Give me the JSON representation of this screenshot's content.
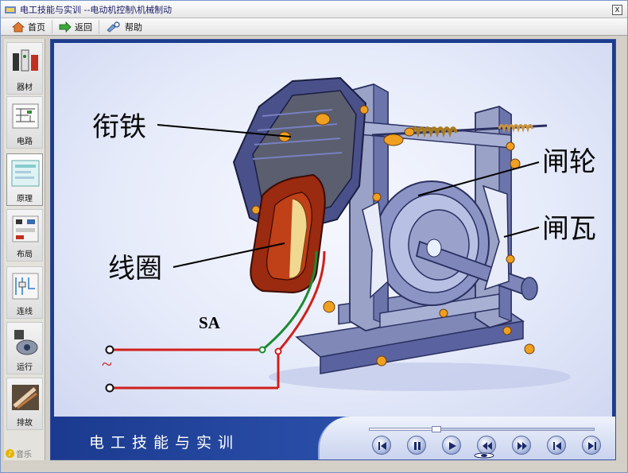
{
  "window": {
    "title": "电工技能与实训 --电动机控制\\机械制动",
    "close_glyph": "x"
  },
  "toolbar": {
    "home_label": "首页",
    "back_label": "返回",
    "help_label": "帮助"
  },
  "sidebar": {
    "items": [
      {
        "label": "器材"
      },
      {
        "label": "电路"
      },
      {
        "label": "原理",
        "active": true
      },
      {
        "label": "布局"
      },
      {
        "label": "连线"
      },
      {
        "label": "运行"
      },
      {
        "label": "排故"
      }
    ],
    "music_label": "音乐"
  },
  "diagram": {
    "labels": {
      "armature": "衔铁",
      "coil": "线圈",
      "brake_wheel": "闸轮",
      "brake_shoe": "闸瓦",
      "switch": "SA",
      "ac_symbol": "~"
    }
  },
  "bottom": {
    "brand": "电工技能与实训",
    "controls": [
      "rewind-to-start",
      "pause",
      "play",
      "rewind",
      "fast-forward",
      "previous",
      "next"
    ]
  },
  "colors": {
    "frame_blue": "#1c3c8c",
    "machine_blue": "#5a68a8",
    "coil_red": "#a02810",
    "wire_red": "#d0201a",
    "wire_green": "#1a8a30"
  }
}
